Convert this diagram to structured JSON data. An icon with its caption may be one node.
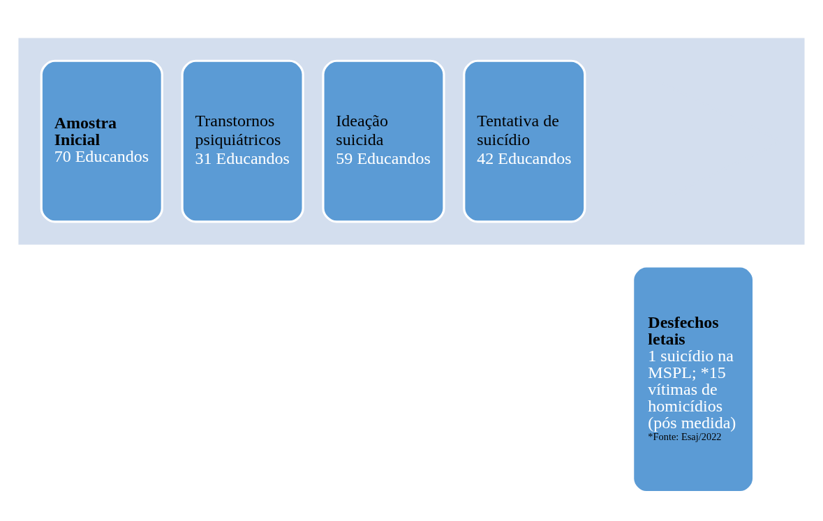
{
  "diagram": {
    "nodes": [
      {
        "text": [],
        "shape": "arrow"
      },
      {
        "text": [
          "Amostra Inicial",
          "70 Educandos"
        ],
        "in": 0
      },
      {
        "text": [
          "Transtornos psiquiátricos",
          "31 Educandos"
        ],
        "in": 0
      },
      {
        "text": [
          "Ideação suicida",
          "59 Educandos"
        ],
        "in": 0
      },
      {
        "text": [
          "Tentativa de suicídio",
          "42 Educandos"
        ],
        "in": 0
      },
      {
        "text": [
          "Desfechos letais",
          "1 suicídio na MSPL; *15 vítimas de homicídios (pós medida)",
          "*Fonte: Esaj/2022"
        ]
      }
    ],
    "edges": []
  }
}
